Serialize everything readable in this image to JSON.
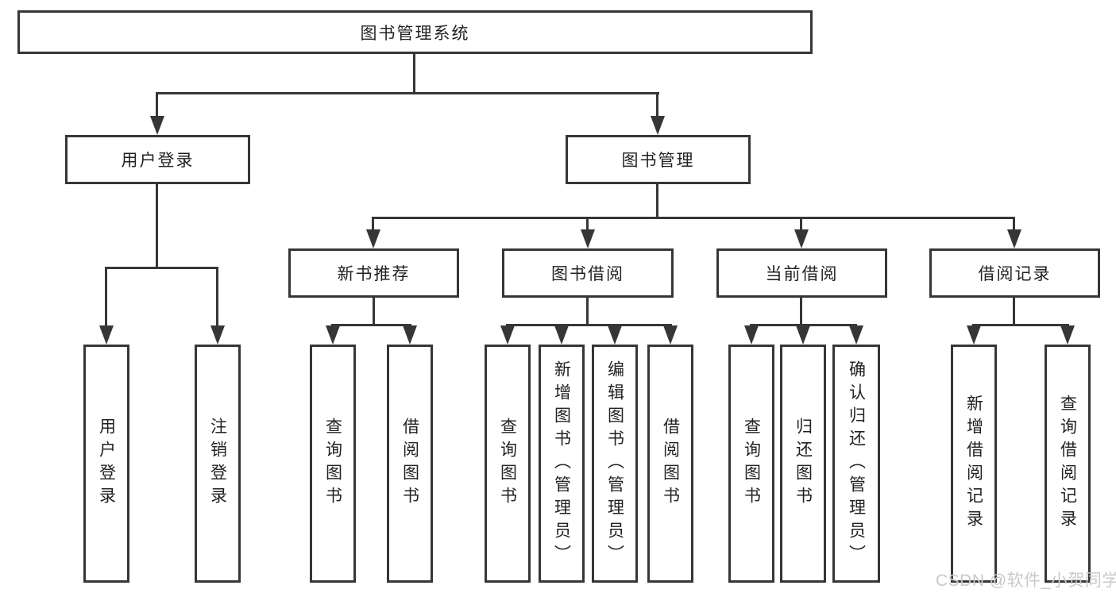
{
  "colors": {
    "line": "#363636",
    "text": "#222222",
    "background": "#ffffff",
    "watermark": "#c9c9c9"
  },
  "tree": {
    "root": {
      "label": "图书管理系统",
      "children": [
        {
          "label": "用户登录",
          "children": [
            {
              "label": "用户登录"
            },
            {
              "label": "注销登录"
            }
          ]
        },
        {
          "label": "图书管理",
          "children": [
            {
              "label": "新书推荐",
              "children": [
                {
                  "label": "查询图书"
                },
                {
                  "label": "借阅图书"
                }
              ]
            },
            {
              "label": "图书借阅",
              "children": [
                {
                  "label": "查询图书"
                },
                {
                  "label": "新增图书（管理员）"
                },
                {
                  "label": "编辑图书（管理员）"
                },
                {
                  "label": "借阅图书"
                }
              ]
            },
            {
              "label": "当前借阅",
              "children": [
                {
                  "label": "查询图书"
                },
                {
                  "label": "归还图书"
                },
                {
                  "label": "确认归还（管理员）"
                }
              ]
            },
            {
              "label": "借阅记录",
              "children": [
                {
                  "label": "新增借阅记录"
                },
                {
                  "label": "查询借阅记录"
                }
              ]
            }
          ]
        }
      ]
    }
  },
  "watermark": {
    "text": "CSDN @软件_小贺同学"
  }
}
